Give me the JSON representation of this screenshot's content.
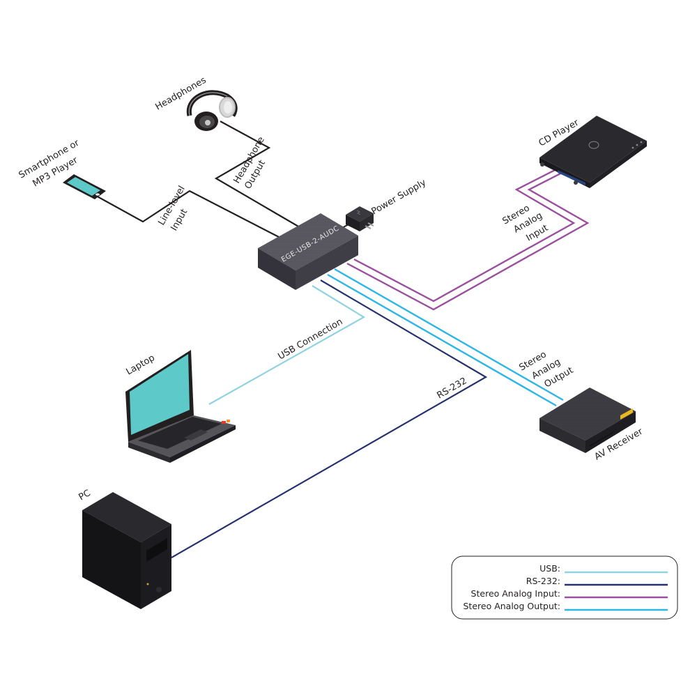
{
  "diagram": {
    "title": "EGE-USB-2-AUDC connection diagram",
    "hub": {
      "name": "EGE-USB-2-AUDC"
    },
    "devices": [
      {
        "id": "headphones",
        "label": "Headphones"
      },
      {
        "id": "smartphone",
        "label_lines": [
          "Smartphone or",
          "MP3 Player"
        ]
      },
      {
        "id": "power",
        "label": "Power Supply"
      },
      {
        "id": "cdplayer",
        "label": "CD Player"
      },
      {
        "id": "laptop",
        "label": "Laptop"
      },
      {
        "id": "avreceiver",
        "label": "AV Receiver"
      },
      {
        "id": "pc",
        "label": "PC"
      }
    ],
    "connections": [
      {
        "id": "headphone-output",
        "label_lines": [
          "Headphone",
          "Output"
        ],
        "type": "audio",
        "color": "#231f20",
        "from": "EGE-USB-2-AUDC",
        "to": "Headphones"
      },
      {
        "id": "line-level-input",
        "label_lines": [
          "Line-level",
          "Input"
        ],
        "type": "audio",
        "color": "#231f20",
        "from": "Smartphone or MP3 Player",
        "to": "EGE-USB-2-AUDC"
      },
      {
        "id": "stereo-analog-input",
        "label_lines": [
          "Stereo",
          "Analog",
          "Input"
        ],
        "type": "Stereo Analog Input",
        "color": "#9b4f9f",
        "from": "CD Player",
        "to": "EGE-USB-2-AUDC"
      },
      {
        "id": "usb-connection",
        "label": "USB Connection",
        "type": "USB",
        "color": "#8fd3e0",
        "from": "Laptop",
        "to": "EGE-USB-2-AUDC"
      },
      {
        "id": "rs-232",
        "label": "RS-232",
        "type": "RS-232",
        "color": "#25306f",
        "from": "PC",
        "to": "EGE-USB-2-AUDC"
      },
      {
        "id": "stereo-analog-output",
        "label_lines": [
          "Stereo",
          "Analog",
          "Output"
        ],
        "type": "Stereo Analog Output",
        "color": "#2bb6e6",
        "from": "EGE-USB-2-AUDC",
        "to": "AV Receiver"
      }
    ]
  },
  "legend": {
    "items": [
      {
        "label": "USB:",
        "color": "#8fd3e0"
      },
      {
        "label": "RS-232:",
        "color": "#25306f"
      },
      {
        "label": "Stereo Analog Input:",
        "color": "#9b4f9f"
      },
      {
        "label": "Stereo Analog Output:",
        "color": "#2bb6e6"
      }
    ]
  }
}
